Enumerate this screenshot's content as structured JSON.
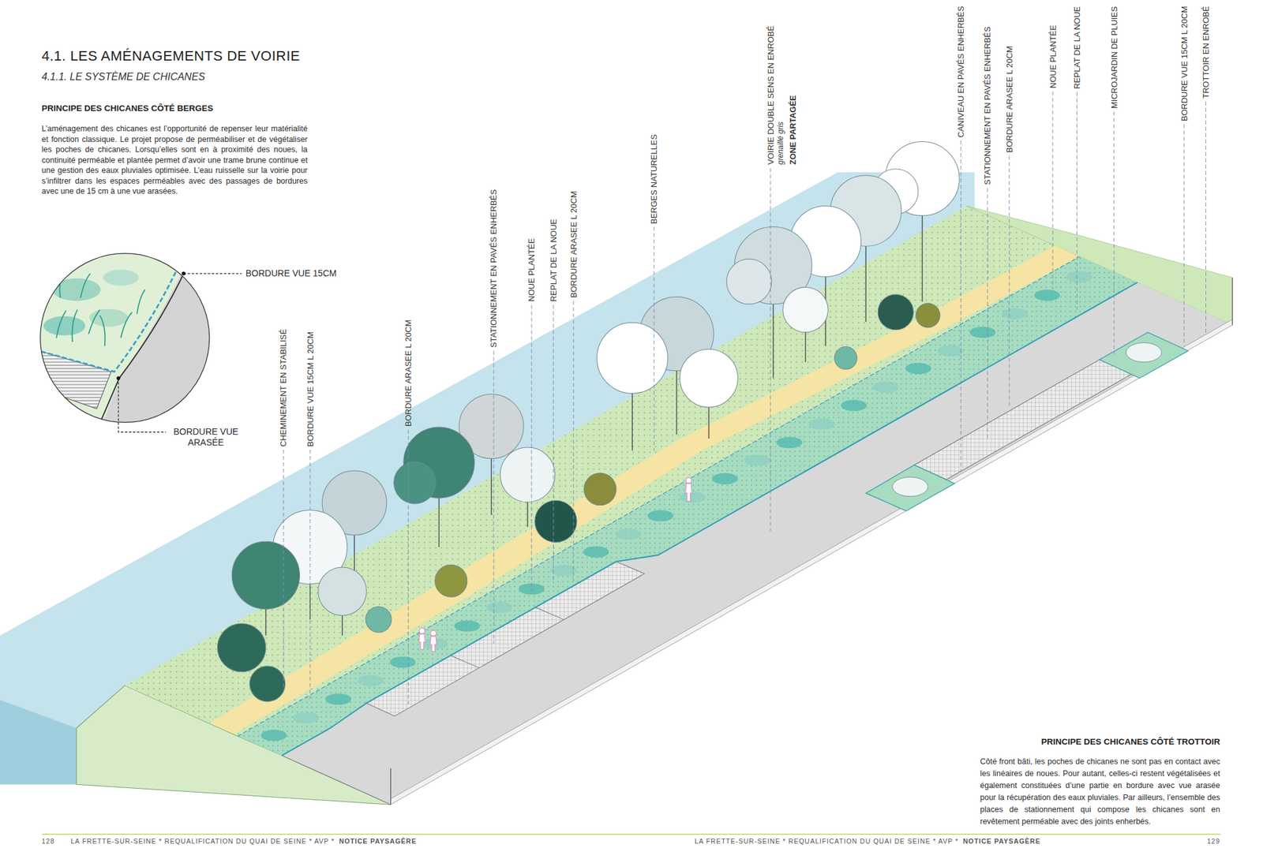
{
  "diagram": {
    "title": "4.1. LES AMÉNAGEMENTS DE VOIRIE",
    "labels": [
      "4.1.1. LE SYSTÈME DE CHICANES",
      "PRINCIPE DES CHICANES CÔTÉ BERGES",
      "L’aménagement des chicanes est l’opportunité de repenser leur matérialité et fonction classique. Le projet propose de perméabiliser et de végétaliser les poches de chicanes. Lorsqu’elles sont en à proximité des noues, la continuité perméable et plantée permet d’avoir une trame brune continue et une gestion des eaux pluviales optimisée. L’eau ruisselle sur la voirie pour s’infiltrer dans les espaces perméables avec des passages de bordures avec une de 15 cm à une vue arasées.",
      "BORDURE VUE 15CM",
      "BORDURE VUE ARASÉE",
      "CHEMINEMENT EN STABILISÉ",
      "BORDURE VUE 15CM L 20CM",
      "BORDURE ARASEE L 20CM",
      "STATIONNEMENT EN PAVÉS ENHERBÉS",
      "NOUE PLANTÉE",
      "REPLAT DE LA NOUE",
      "BORDURE ARASEE L 20CM",
      "BERGES NATURELLES",
      "VOIRIE DOUBLE SENS EN ENROBÉ",
      "grenaillé gris",
      "ZONE PARTAGÉE",
      "CANIVEAU EN PAVÉS ENHERBÉS",
      "STATIONNEMENT EN PAVÉS ENHERBÉS",
      "BORDURE ARASEE L 20CM",
      "NOUE PLANTÉE",
      "REPLAT DE LA NOUE",
      "MICROJARDIN DE PLUIES",
      "BORDURE VUE 15CM L 20CM",
      "TROTTOIR EN ENROBÉ",
      "PRINCIPE DES CHICANES CÔTÉ TROTTOIR",
      "Côté front bâti, les poches de chicanes ne sont pas en contact avec les linéaires de noues. Pour autant, celles-ci restent végétalisées et également constituées d’une partie en bordure avec vue arasée pour la récupération des eaux pluviales. Par ailleurs, l’ensemble des places de stationnement qui compose les chicanes sont en revêtement perméable avec des joints enherbés.",
      "128",
      "LA FRETTE-SUR-SEINE * REQUALIFICATION DU QUAI DE SEINE * AVP *",
      "NOTICE PAYSAGÈRE",
      "LA FRETTE-SUR-SEINE * REQUALIFICATION DU QUAI DE SEINE * AVP *",
      "NOTICE PAYSAGÈRE",
      "129"
    ]
  }
}
